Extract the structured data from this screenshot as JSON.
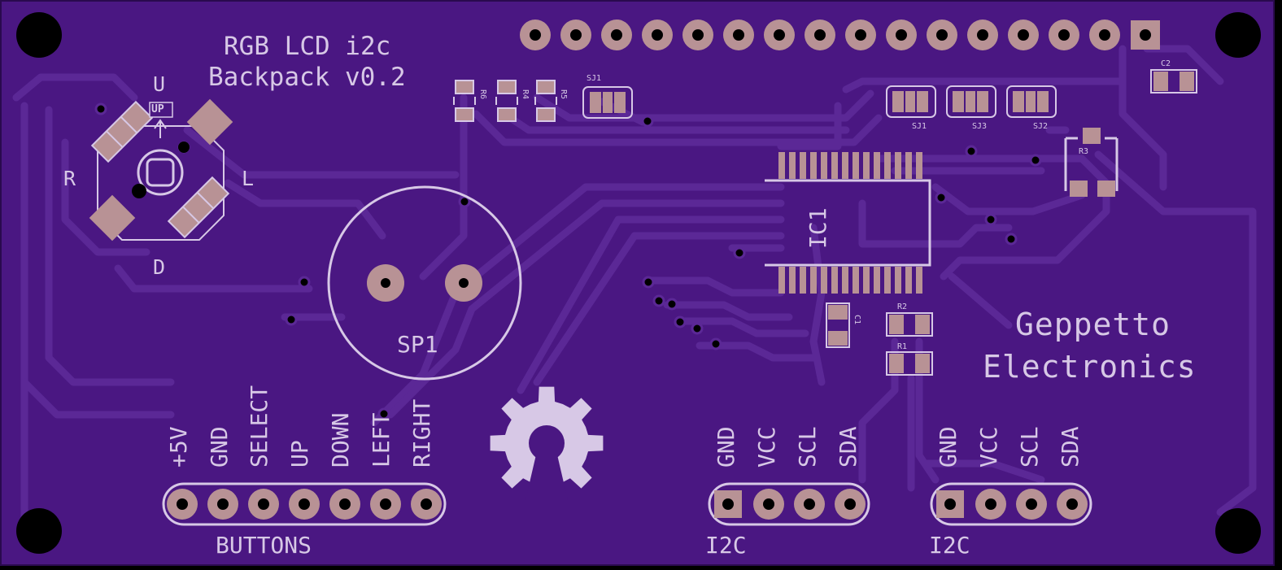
{
  "board": {
    "title_line1": "RGB LCD i2c",
    "title_line2": "Backpack v0.2",
    "brand_line1": "Geppetto",
    "brand_line2": "Electronics",
    "colors": {
      "soldermask": "#4a1782",
      "trace": "#5b2896",
      "silkscreen": "#d7c8e6",
      "pad": "#b89295",
      "hole": "#000000"
    }
  },
  "dpad": {
    "up": "U",
    "down": "D",
    "left": "L",
    "right": "R",
    "up_marker": "UP"
  },
  "speaker": {
    "label": "SP1"
  },
  "ic": {
    "label": "IC1"
  },
  "components": {
    "r6": "R6",
    "r4": "R4",
    "r5": "R5",
    "sj1_top": "SJ1",
    "sj1": "SJ1",
    "sj3": "SJ3",
    "sj2": "SJ2",
    "c2": "C2",
    "r3": "R3",
    "c1": "C1",
    "r2": "R2",
    "r1": "R1"
  },
  "headers": {
    "buttons": {
      "label": "BUTTONS",
      "pins": [
        "+5V",
        "GND",
        "SELECT",
        "UP",
        "DOWN",
        "LEFT",
        "RIGHT"
      ]
    },
    "i2c_1": {
      "label": "I2C",
      "pins": [
        "GND",
        "VCC",
        "SCL",
        "SDA"
      ]
    },
    "i2c_2": {
      "label": "I2C",
      "pins": [
        "GND",
        "VCC",
        "SCL",
        "SDA"
      ]
    }
  },
  "icons": {
    "logo": "open-hardware-gear-icon",
    "mounting_hole": "mounting-hole-icon"
  }
}
